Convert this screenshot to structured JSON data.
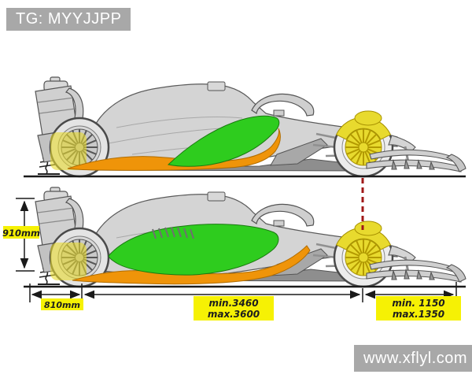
{
  "badges": {
    "telegram_tag": "TG: MYYJJPP",
    "watermark": "www.xflyl.com"
  },
  "diagram": {
    "dimensions": {
      "height": "910mm",
      "rear_overhang": "810mm",
      "wheelbase": {
        "line1": "min.3460",
        "line2": "max.3600"
      },
      "front": {
        "line1": "min. 1150",
        "line2": "max.1350"
      }
    },
    "colors": {
      "label_highlight": "#f6f104",
      "zone_green": "#2ecc1e",
      "zone_orange": "#ef9409",
      "wheel_highlight": "#e8da2e",
      "reference_red": "#a01818",
      "body_gray": "#d4d4d4",
      "floor_gray": "#8e8e8e",
      "badge_gray": "#a8a8a8"
    },
    "icons": {
      "ground_datum": "ground-datum-icon",
      "reference_line": "red-dashed-reference-line"
    }
  }
}
